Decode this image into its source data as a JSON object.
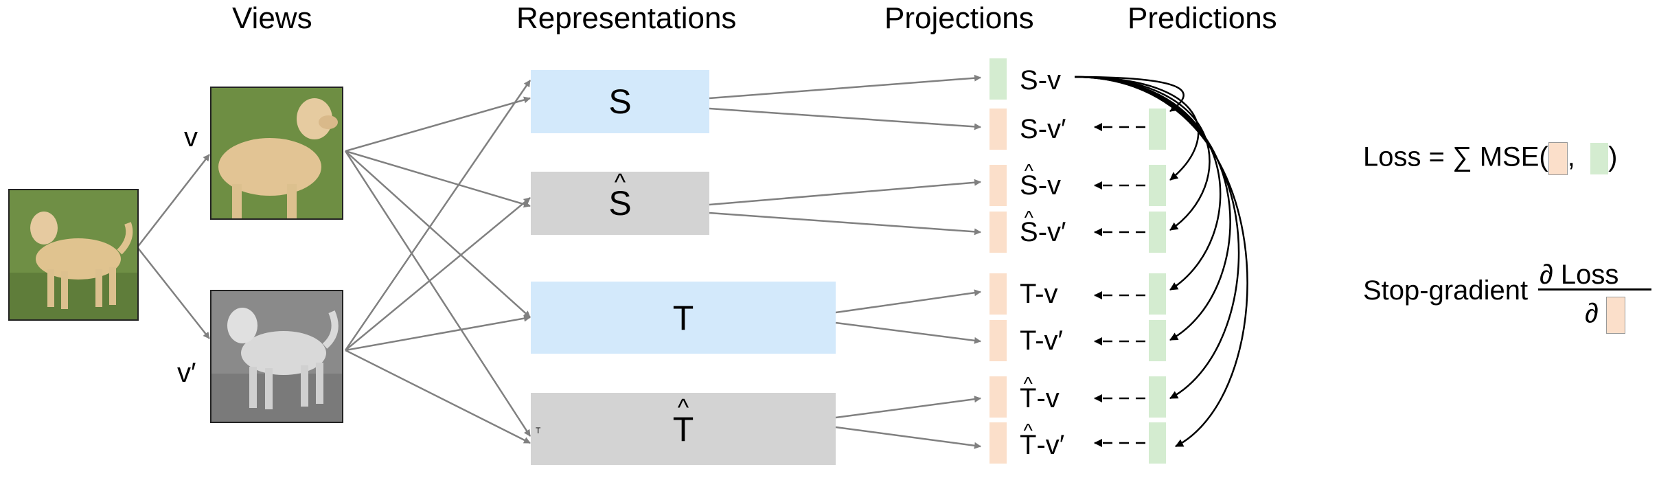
{
  "headers": {
    "views": "Views",
    "representations": "Representations",
    "projections": "Projections",
    "predictions": "Predictions"
  },
  "view_labels": {
    "v": "v",
    "v_prime": "v′"
  },
  "representations": [
    {
      "key": "S",
      "label": "S",
      "hat": false
    },
    {
      "key": "S_hat",
      "label": "S",
      "hat": true
    },
    {
      "key": "T",
      "label": "T",
      "hat": false
    },
    {
      "key": "T_hat",
      "label": "T",
      "hat": true
    }
  ],
  "small_mark": "T",
  "projection_labels": [
    {
      "base": "S",
      "suffix": "-v",
      "hat": false
    },
    {
      "base": "S",
      "suffix": "-v′",
      "hat": false
    },
    {
      "base": "S",
      "suffix": "-v",
      "hat": true
    },
    {
      "base": "S",
      "suffix": "-v′",
      "hat": true
    },
    {
      "base": "T",
      "suffix": "-v",
      "hat": false
    },
    {
      "base": "T",
      "suffix": "-v′",
      "hat": false
    },
    {
      "base": "T",
      "suffix": "-v",
      "hat": true
    },
    {
      "base": "T",
      "suffix": "-v′",
      "hat": true
    }
  ],
  "loss": {
    "prefix": "Loss = ∑ MSE(",
    "comma": ",",
    "suffix": ")"
  },
  "stop_gradient": {
    "label": "Stop-gradient",
    "numerator": "∂ Loss",
    "denominator": "∂"
  },
  "colors": {
    "blue_box": "#d3e9fb",
    "gray_box": "#d3d3d3",
    "projection": "#fbdfca",
    "prediction": "#d4ecd0",
    "arrow_gray": "#808080"
  },
  "icons": {
    "dog_color": "dog-photo-icon",
    "dog_gray": "dog-grayscale-photo-icon"
  }
}
